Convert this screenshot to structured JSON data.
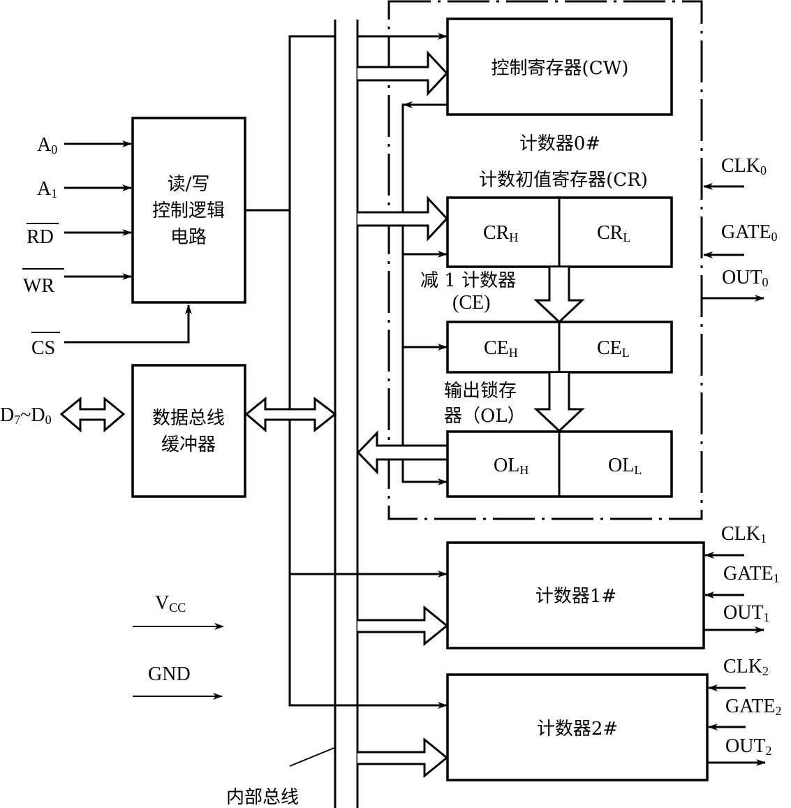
{
  "diagram": {
    "title": "8253/8254 internal block diagram",
    "rw_logic": {
      "line1": "读/写",
      "line2": "控制逻辑",
      "line3": "电路"
    },
    "data_buffer": {
      "line1": "数据总线",
      "line2": "缓冲器"
    },
    "inputs": {
      "a0": {
        "base": "A",
        "sub": "0"
      },
      "a1": {
        "base": "A",
        "sub": "1"
      },
      "rd": "RD",
      "wr": "WR",
      "cs": "CS",
      "data_bus": {
        "base1": "D",
        "sub1": "7",
        "tilde": "~",
        "base2": "D",
        "sub2": "0"
      }
    },
    "power": {
      "vcc": {
        "base": "V",
        "sub": "CC"
      },
      "gnd": "GND"
    },
    "internal_bus_label": "内部总线",
    "control_register": "控制寄存器(CW)",
    "counter0": {
      "title": "计数器0#",
      "cr_title": "计数初值寄存器(CR)",
      "cr_h": {
        "base": "CR",
        "sub": "H"
      },
      "cr_l": {
        "base": "CR",
        "sub": "L"
      },
      "ce_label1": "减 1 计数器",
      "ce_label2": "(CE)",
      "ce_h": {
        "base": "CE",
        "sub": "H"
      },
      "ce_l": {
        "base": "CE",
        "sub": "L"
      },
      "ol_label1": "输出锁存",
      "ol_label2": "器（OL）",
      "ol_h": {
        "base": "OL",
        "sub": "H"
      },
      "ol_l": {
        "base": "OL",
        "sub": "L"
      },
      "clk": {
        "base": "CLK",
        "sub": "0"
      },
      "gate": {
        "base": "GATE",
        "sub": "0"
      },
      "out": {
        "base": "OUT",
        "sub": "0"
      }
    },
    "counter1": {
      "title": "计数器1#",
      "clk": {
        "base": "CLK",
        "sub": "1"
      },
      "gate": {
        "base": "GATE",
        "sub": "1"
      },
      "out": {
        "base": "OUT",
        "sub": "1"
      }
    },
    "counter2": {
      "title": "计数器2#",
      "clk": {
        "base": "CLK",
        "sub": "2"
      },
      "gate": {
        "base": "GATE",
        "sub": "2"
      },
      "out": {
        "base": "OUT",
        "sub": "2"
      }
    }
  }
}
